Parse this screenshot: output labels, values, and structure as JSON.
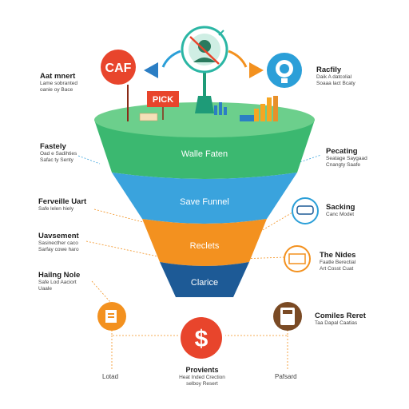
{
  "top": {
    "caf_badge": "CAF",
    "pick_sign": "PICK"
  },
  "funnel": {
    "seg1": "Walle Faten",
    "seg2": "Save Funnel",
    "seg3": "Reclets",
    "seg4": "Clarice"
  },
  "left_labels": [
    {
      "title": "Aat mnert",
      "sub1": "Lame sobranted",
      "sub2": "oanie oy Bace"
    },
    {
      "title": "Fastely",
      "sub1": "Oad e Sadihties",
      "sub2": "Safac ty Senty"
    },
    {
      "title": "Ferveille Uart",
      "sub1": "Safe lelen hiely",
      "sub2": ""
    },
    {
      "title": "Uavsement",
      "sub1": "Sasinecther caco",
      "sub2": "Sarfay cowe haro"
    },
    {
      "title": "Hailng Nole",
      "sub1": "Safe Lod Aaciort",
      "sub2": "Uaale"
    }
  ],
  "right_labels": [
    {
      "title": "Racfily",
      "sub1": "Daik A datcolial",
      "sub2": "Soaaa lact Bcaty"
    },
    {
      "title": "Pecating",
      "sub1": "Seatage Saygaad",
      "sub2": "Cnangty Saafe"
    },
    {
      "title": "Sacking",
      "sub1": "Canc Modet",
      "sub2": ""
    },
    {
      "title": "The Nides",
      "sub1": "Faatle Berectial",
      "sub2": "Art Cosst Cuat"
    },
    {
      "title": "Comiles Reret",
      "sub1": "Taa Dapal Caatias",
      "sub2": ""
    }
  ],
  "bottom": {
    "left_label": "Lotad",
    "center_title": "Provients",
    "center_sub1": "Heat Inded Crection",
    "center_sub2": "selboy Resert",
    "right_label": "Pafsard"
  },
  "colors": {
    "green": "#3bb870",
    "blue": "#3aa3dd",
    "orange": "#f3911f",
    "navy": "#1d5a96",
    "red": "#e8452c",
    "teal": "#2bb6a4",
    "brown": "#7a4a24"
  }
}
